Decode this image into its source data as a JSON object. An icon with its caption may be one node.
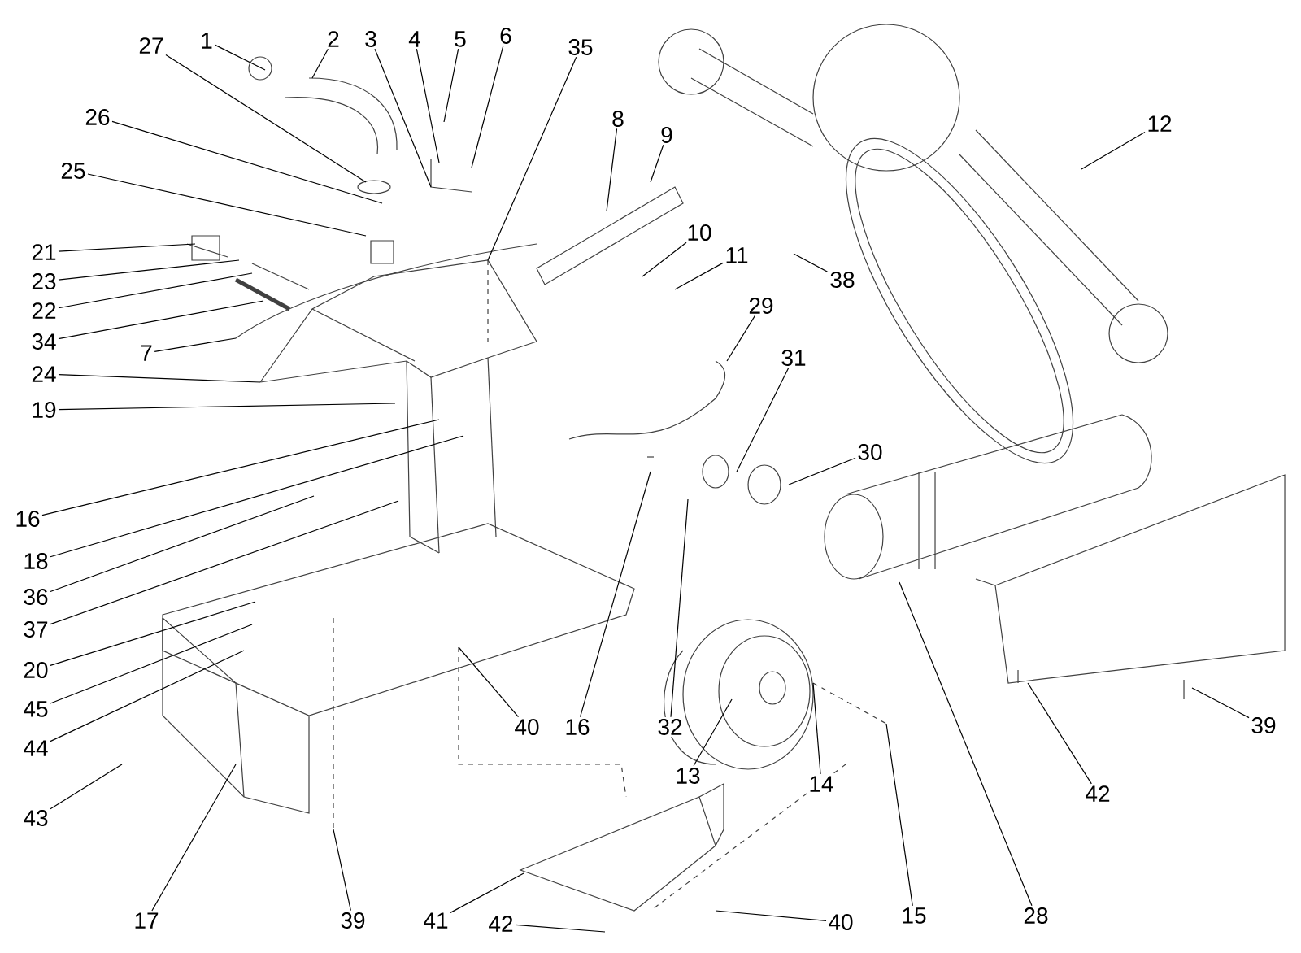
{
  "diagram": {
    "nodes": [
      {
        "text": [
          "1"
        ]
      },
      {
        "text": [
          "2"
        ]
      },
      {
        "text": [
          "27"
        ]
      },
      {
        "text": [
          "3"
        ]
      },
      {
        "text": [
          "4"
        ]
      },
      {
        "text": [
          "5"
        ]
      },
      {
        "text": [
          "6"
        ]
      },
      {
        "text": [
          "35"
        ]
      },
      {
        "text": [
          "26"
        ]
      },
      {
        "text": [
          "25"
        ]
      },
      {
        "text": [
          "8"
        ]
      },
      {
        "text": [
          "9"
        ]
      },
      {
        "text": [
          "12"
        ]
      },
      {
        "text": [
          "21"
        ]
      },
      {
        "text": [
          "23"
        ]
      },
      {
        "text": [
          "22"
        ]
      },
      {
        "text": [
          "10"
        ]
      },
      {
        "text": [
          "11"
        ]
      },
      {
        "text": [
          "38"
        ]
      },
      {
        "text": [
          "34"
        ]
      },
      {
        "text": [
          "29"
        ]
      },
      {
        "text": [
          "7"
        ]
      },
      {
        "text": [
          "24"
        ]
      },
      {
        "text": [
          "31"
        ]
      },
      {
        "text": [
          "19"
        ]
      },
      {
        "text": [
          "30"
        ]
      },
      {
        "text": [
          "16"
        ]
      },
      {
        "text": [
          "18"
        ]
      },
      {
        "text": [
          "36"
        ]
      },
      {
        "text": [
          "37"
        ]
      },
      {
        "text": [
          "20"
        ]
      },
      {
        "text": [
          "45"
        ]
      },
      {
        "text": [
          "40"
        ]
      },
      {
        "text": [
          "16"
        ]
      },
      {
        "text": [
          "32"
        ]
      },
      {
        "text": [
          "39"
        ]
      },
      {
        "text": [
          "44"
        ]
      },
      {
        "text": [
          "13"
        ]
      },
      {
        "text": [
          "14"
        ]
      },
      {
        "text": [
          "42"
        ]
      },
      {
        "text": [
          "43"
        ]
      },
      {
        "text": [
          "17"
        ]
      },
      {
        "text": [
          "39"
        ]
      },
      {
        "text": [
          "41"
        ]
      },
      {
        "text": [
          "15"
        ]
      },
      {
        "text": [
          "28"
        ]
      },
      {
        "text": [
          "42"
        ]
      },
      {
        "text": [
          "40"
        ]
      }
    ],
    "edges": [
      {
        "from": 0,
        "to": null,
        "arrow": "none"
      },
      {
        "from": 1,
        "to": null,
        "arrow": "none"
      },
      {
        "from": 2,
        "to": null,
        "arrow": "none"
      },
      {
        "from": 3,
        "to": null,
        "arrow": "none"
      },
      {
        "from": 4,
        "to": null,
        "arrow": "none"
      },
      {
        "from": 5,
        "to": null,
        "arrow": "none"
      },
      {
        "from": 6,
        "to": null,
        "arrow": "none"
      },
      {
        "from": 7,
        "to": null,
        "arrow": "none"
      },
      {
        "from": 8,
        "to": null,
        "arrow": "none"
      },
      {
        "from": 9,
        "to": null,
        "arrow": "none"
      },
      {
        "from": 10,
        "to": null,
        "arrow": "none"
      },
      {
        "from": 11,
        "to": null,
        "arrow": "none"
      },
      {
        "from": 12,
        "to": null,
        "arrow": "none"
      },
      {
        "from": 13,
        "to": null,
        "arrow": "none"
      },
      {
        "from": 14,
        "to": null,
        "arrow": "none"
      },
      {
        "from": 15,
        "to": null,
        "arrow": "none"
      },
      {
        "from": 16,
        "to": null,
        "arrow": "none"
      },
      {
        "from": 17,
        "to": null,
        "arrow": "none"
      },
      {
        "from": 18,
        "to": null,
        "arrow": "none"
      },
      {
        "from": 19,
        "to": null,
        "arrow": "none"
      },
      {
        "from": 20,
        "to": null,
        "arrow": "none"
      },
      {
        "from": 21,
        "to": null,
        "arrow": "none"
      },
      {
        "from": 22,
        "to": null,
        "arrow": "none"
      },
      {
        "from": 23,
        "to": null,
        "arrow": "none"
      },
      {
        "from": 24,
        "to": null,
        "arrow": "none"
      },
      {
        "from": 25,
        "to": null,
        "arrow": "none"
      },
      {
        "from": 26,
        "to": null,
        "arrow": "none"
      },
      {
        "from": 27,
        "to": null,
        "arrow": "none"
      },
      {
        "from": 28,
        "to": null,
        "arrow": "none"
      },
      {
        "from": 29,
        "to": null,
        "arrow": "none"
      },
      {
        "from": 30,
        "to": null,
        "arrow": "none"
      },
      {
        "from": 31,
        "to": null,
        "arrow": "none"
      },
      {
        "from": 32,
        "to": null,
        "arrow": "none"
      },
      {
        "from": 33,
        "to": null,
        "arrow": "none"
      },
      {
        "from": 34,
        "to": null,
        "arrow": "none"
      },
      {
        "from": 35,
        "to": null,
        "arrow": "none"
      },
      {
        "from": 36,
        "to": null,
        "arrow": "none"
      },
      {
        "from": 37,
        "to": null,
        "arrow": "none"
      },
      {
        "from": 38,
        "to": null,
        "arrow": "none"
      },
      {
        "from": 39,
        "to": null,
        "arrow": "none"
      },
      {
        "from": 40,
        "to": null,
        "arrow": "none"
      },
      {
        "from": 41,
        "to": null,
        "arrow": "none"
      },
      {
        "from": 42,
        "to": null,
        "arrow": "none"
      },
      {
        "from": 43,
        "to": null,
        "arrow": "none"
      },
      {
        "from": 44,
        "to": null,
        "arrow": "none"
      },
      {
        "from": 45,
        "to": null,
        "arrow": "none"
      },
      {
        "from": 46,
        "to": null,
        "arrow": "none"
      },
      {
        "from": 47,
        "to": null,
        "arrow": "none"
      }
    ]
  }
}
